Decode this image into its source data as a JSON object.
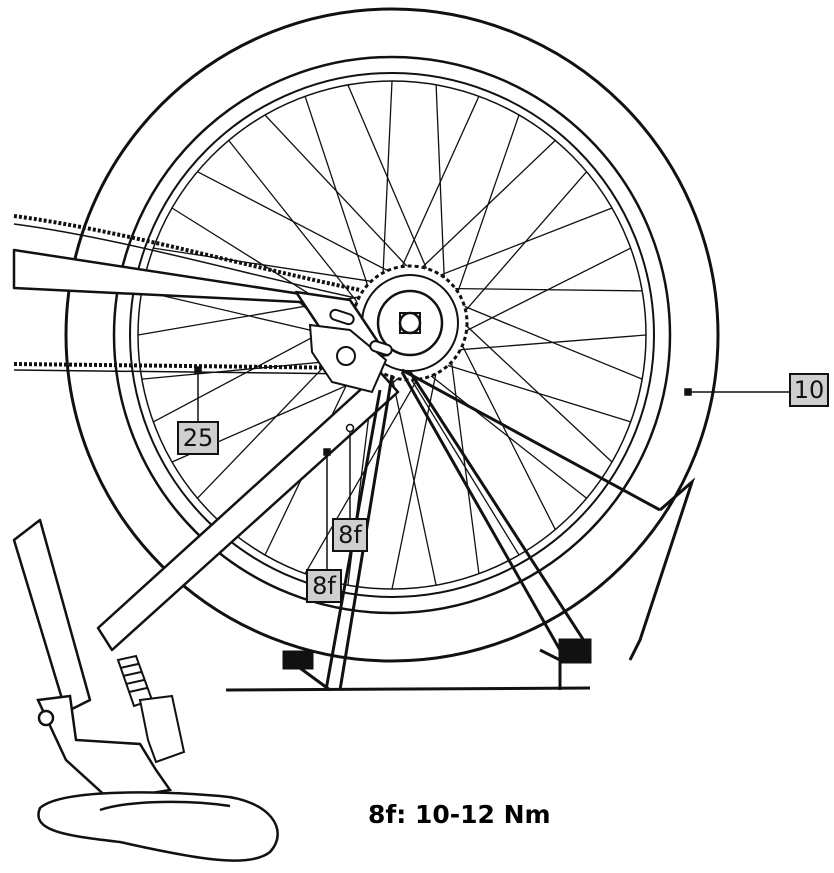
{
  "callouts": {
    "tire": "10",
    "chain": "25",
    "axle_nut_upper": "8f",
    "axle_nut_lower": "8f"
  },
  "torque_spec": "8f: 10-12 Nm",
  "colors": {
    "line": "#111111",
    "callout_fill": "#cfcfcf"
  }
}
